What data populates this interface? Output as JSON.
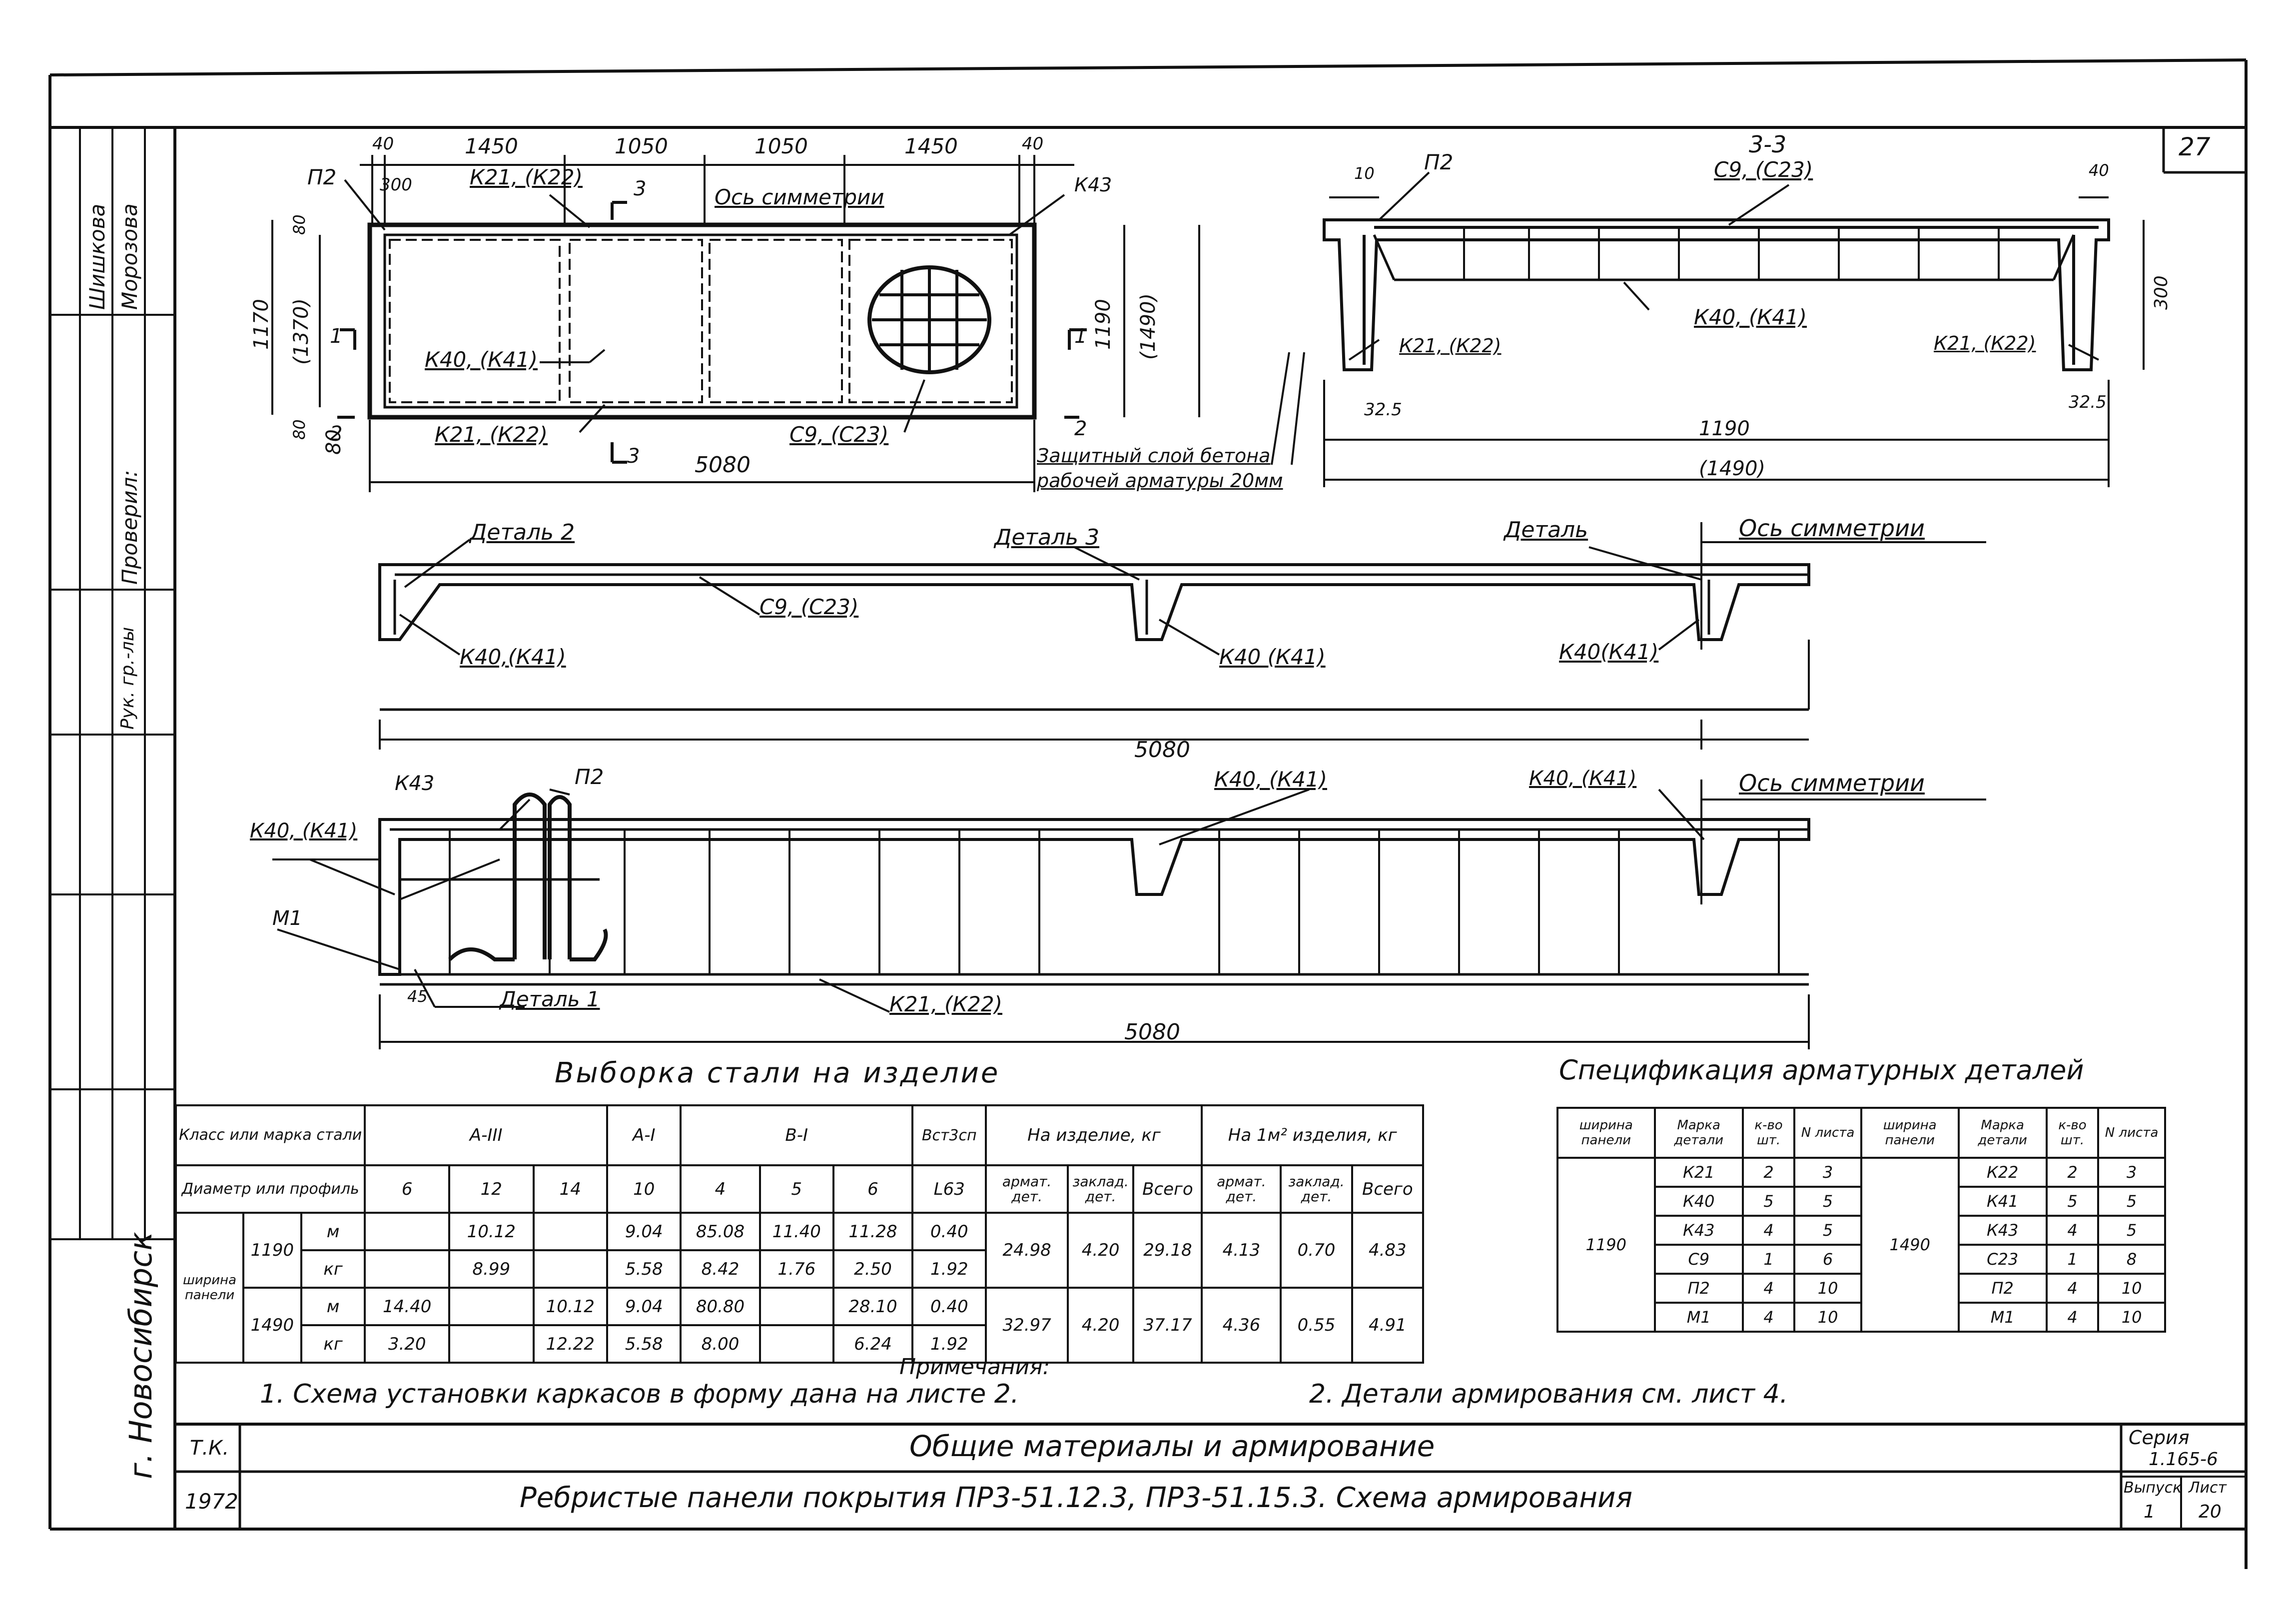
{
  "sheet": {
    "page_number": "27",
    "stamp_city": "г. Новосибирск",
    "stamp_side": [
      "Шишкова",
      "Морозова",
      "Проверил:",
      "Рук. гр.-лы"
    ],
    "tk_label": "Т.К.",
    "year": "1972",
    "title_main": "Общие материалы и армирование",
    "title_sub": "Ребристые панели покрытия ПР3-51.12.3, ПР3-51.15.3. Схема армирования",
    "series_label": "Серия",
    "series_value": "1.165-6",
    "issue_label": "Выпуск",
    "issue_value": "1",
    "sheet_label": "Лист",
    "sheet_value": "20"
  },
  "plan_view": {
    "dims_top": [
      "40",
      "1450",
      "1050",
      "1050",
      "1450",
      "40"
    ],
    "dim_300": "300",
    "dim_80_top": "80",
    "dim_80_bottom": "80",
    "dim_1170": "1170",
    "dim_1370": "(1370)",
    "dim_1190": "1190",
    "dim_1490": "(1490)",
    "dim_total": "5080",
    "labels": {
      "p2": "П2",
      "k21_top": "К21, (К22)",
      "axis": "Ось симметрии",
      "k43": "К43",
      "k40": "К40, (К41)",
      "k21_bottom": "К21, (К22)",
      "c9": "С9, (С23)",
      "cut_3": "3",
      "cut_2": "2",
      "cut_1": "1"
    }
  },
  "section_view": {
    "title": "3-3",
    "c9": "С9, (С23)",
    "p2": "П2",
    "dim_10": "10",
    "dim_40": "40",
    "k40": "К40, (К41)",
    "k21_left": "К21, (К22)",
    "k21_right": "К21, (К22)",
    "dim_300": "300",
    "dim_325_left": "32.5",
    "dim_325_right": "32.5",
    "dim_1190": "1190",
    "dim_1490": "(1490)",
    "cover_note_line1": "Защитный слой бетона",
    "cover_note_line2": "рабочей арматуры 20мм"
  },
  "elevation_1": {
    "detail2": "Деталь 2",
    "detail3": "Деталь 3",
    "detail": "Деталь",
    "axis": "Ось симметрии",
    "c9": "С9, (С23)",
    "k40_a": "К40,(К41)",
    "k40_b": "К40 (К41)",
    "k40_c": "К40(К41)",
    "dim_total": "5080"
  },
  "elevation_2": {
    "k43": "К43",
    "p2": "П2",
    "k40_left": "К40, (К41)",
    "k40_mid": "К40, (К41)",
    "k40_right": "К40, (К41)",
    "axis": "Ось симметрии",
    "m1": "М1",
    "dim_45": "45",
    "detail1": "Деталь 1",
    "k21": "К21, (К22)",
    "dim_total": "5080"
  },
  "steel_table": {
    "title": "Выборка стали на изделие",
    "h_class": "Класс или марка стали",
    "h_diam": "Диаметр или профиль",
    "h_width": "ширина панели",
    "h_AIII": "А-III",
    "h_AI": "А-I",
    "h_BI": "В-I",
    "h_vst": "Вст3сп",
    "h_per_item": "На изделие, кг",
    "h_per_m2": "На 1м² изделия, кг",
    "h_arm": "армат. дет.",
    "h_zakl": "заклад. дет.",
    "h_total": "Всего",
    "diameters": [
      "6",
      "12",
      "14",
      "10",
      "4",
      "5",
      "6",
      "L63"
    ],
    "rows": [
      {
        "width": "1190",
        "unit": "м",
        "vals": [
          "",
          "10.12",
          "",
          "9.04",
          "85.08",
          "11.40",
          "11.28",
          "0.40"
        ]
      },
      {
        "width": "",
        "unit": "кг",
        "vals": [
          "",
          "8.99",
          "",
          "5.58",
          "8.42",
          "1.76",
          "2.50",
          "1.92"
        ]
      },
      {
        "width": "1490",
        "unit": "м",
        "vals": [
          "14.40",
          "",
          "10.12",
          "9.04",
          "80.80",
          "",
          "28.10",
          "0.40"
        ]
      },
      {
        "width": "",
        "unit": "кг",
        "vals": [
          "3.20",
          "",
          "12.22",
          "5.58",
          "8.00",
          "",
          "6.24",
          "1.92"
        ]
      }
    ],
    "summary": [
      {
        "arm": "24.98",
        "zakl": "4.20",
        "total": "29.18",
        "m2_arm": "4.13",
        "m2_zakl": "0.70",
        "m2_total": "4.83"
      },
      {
        "arm": "32.97",
        "zakl": "4.20",
        "total": "37.17",
        "m2_arm": "4.36",
        "m2_zakl": "0.55",
        "m2_total": "4.91"
      }
    ]
  },
  "spec_table": {
    "title": "Спецификация арматурных деталей",
    "h_width": "ширина панели",
    "h_mark": "Марка детали",
    "h_qty": "к-во шт.",
    "h_sheet": "N листа",
    "left_width": "1190",
    "right_width": "1490",
    "left": [
      [
        "К21",
        "2",
        "3"
      ],
      [
        "К40",
        "5",
        "5"
      ],
      [
        "К43",
        "4",
        "5"
      ],
      [
        "С9",
        "1",
        "6"
      ],
      [
        "П2",
        "4",
        "10"
      ],
      [
        "М1",
        "4",
        "10"
      ]
    ],
    "right": [
      [
        "К22",
        "2",
        "3"
      ],
      [
        "К41",
        "5",
        "5"
      ],
      [
        "К43",
        "4",
        "5"
      ],
      [
        "С23",
        "1",
        "8"
      ],
      [
        "П2",
        "4",
        "10"
      ],
      [
        "М1",
        "4",
        "10"
      ]
    ]
  },
  "notes": {
    "title": "Примечания:",
    "n1": "1. Схема установки каркасов в форму дана на листе 2.",
    "n2": "2. Детали армирования см. лист 4."
  }
}
